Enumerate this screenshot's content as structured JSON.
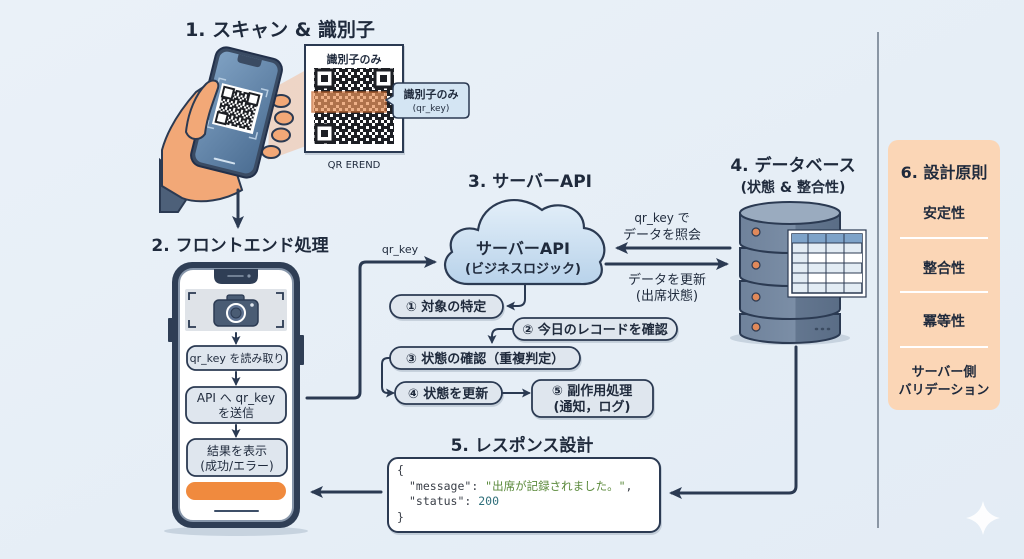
{
  "colors": {
    "background": "#e8f0f8",
    "ink": "#2b3a52",
    "accent_orange": "#f08a3e",
    "principles_bg": "#fbd6b6",
    "step_fill": "#dfe6ee",
    "cloud_fill": "#c9def0",
    "json_string": "#5b8a3c",
    "json_number": "#2f6f7a"
  },
  "scan": {
    "title": "1. スキャン & 識別子",
    "qr_card_title": "識別子のみ",
    "qr_caption": "QR EREND",
    "callout": [
      "識別子のみ",
      "(qr_key)"
    ]
  },
  "frontend": {
    "title": "2. フロントエンド処理",
    "steps": [
      {
        "lines": [
          "qr_key を読み取り"
        ]
      },
      {
        "lines": [
          "API へ qr_key",
          "を送信"
        ]
      },
      {
        "lines": [
          "結果を表示",
          "(成功/エラー)"
        ]
      }
    ],
    "request_label": "qr_key"
  },
  "server": {
    "title": "3. サーバーAPI",
    "cloud": [
      "サーバーAPI",
      "(ビジネスロジック)"
    ],
    "steps": [
      {
        "lines": [
          "① 対象の特定"
        ]
      },
      {
        "lines": [
          "② 今日のレコードを確認"
        ]
      },
      {
        "lines": [
          "③ 状態の確認（重複判定）"
        ]
      },
      {
        "lines": [
          "④ 状態を更新"
        ]
      },
      {
        "lines": [
          "⑤ 副作用処理",
          "(通知，ログ)"
        ]
      }
    ]
  },
  "database": {
    "title": "4. データベース",
    "subtitle": "(状態 & 整合性)",
    "query_label": [
      "qr_key で",
      "データを照会"
    ],
    "update_label": [
      "データを更新",
      "(出席状態)"
    ]
  },
  "response": {
    "title": "5. レスポンス設計",
    "code": {
      "open": "{",
      "message_key": "\"message\"",
      "separator": ": ",
      "message_value": "\"出席が記録されました。\"",
      "comma": ",",
      "status_key": "\"status\"",
      "status_value": "200",
      "close": "}"
    }
  },
  "principles": {
    "title": "6. 設計原則",
    "items": [
      {
        "lines": [
          "安定性"
        ]
      },
      {
        "lines": [
          "整合性"
        ]
      },
      {
        "lines": [
          "冪等性"
        ]
      },
      {
        "lines": [
          "サーバー側",
          "バリデーション"
        ]
      }
    ]
  },
  "icons": [
    "hand-holding-phone-icon",
    "qr-code-icon",
    "camera-icon",
    "cloud-icon",
    "database-icon",
    "table-icon",
    "sparkle-icon"
  ]
}
